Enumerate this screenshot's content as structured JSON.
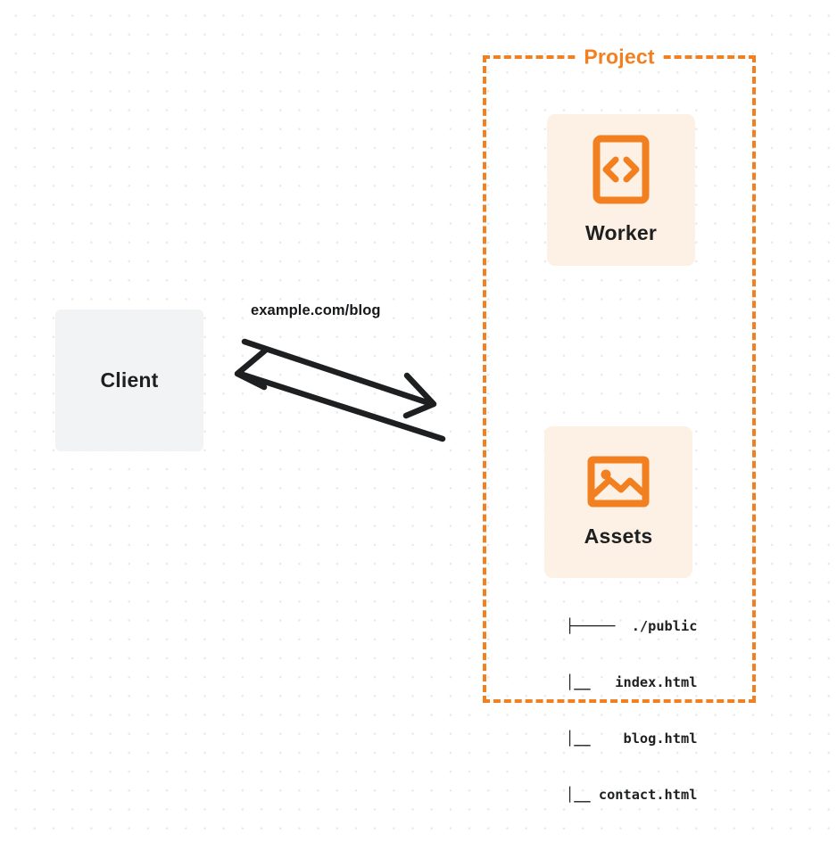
{
  "diagram": {
    "title": "Project",
    "accent_color": "#f38020",
    "card_bg_color": "#fdf1e5",
    "client_bg_color": "#f2f3f4",
    "text_color": "#1d1f20"
  },
  "client": {
    "label": "Client",
    "icon": "client-box"
  },
  "connection": {
    "label": "example.com/blog",
    "outbound_icon": "arrow-right-chevron",
    "inbound_icon": "arrow-left-chevron"
  },
  "project": {
    "title": "Project",
    "nodes": [
      {
        "label": "Worker",
        "icon": "code-brackets-icon"
      },
      {
        "label": "Assets",
        "icon": "image-landscape-icon"
      }
    ]
  },
  "file_tree": {
    "lines": [
      "├─────  ./public",
      "     │__   index.html",
      "     │__    blog.html",
      "     │__ contact.html"
    ]
  }
}
